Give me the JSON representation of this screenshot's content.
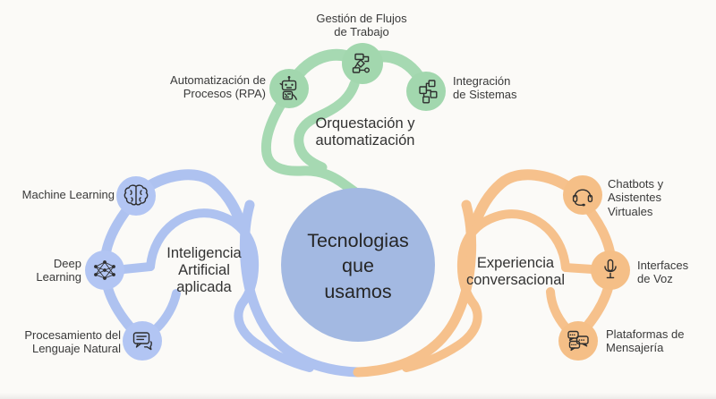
{
  "title": {
    "lines": [
      "Tecnologias",
      "que",
      "usamos"
    ]
  },
  "colors": {
    "green": "#a6d9b2",
    "blue": "#aec2f0",
    "orange": "#f6c18c",
    "center_circle": "#a3b9e2",
    "text": "#3a3a3a"
  },
  "branches": {
    "automation": {
      "label_lines": [
        "Orquestación y",
        "automatización"
      ],
      "nodes": [
        {
          "id": "workflow",
          "icon": "workflow-icon",
          "label_lines": [
            "Gestión de Flujos",
            "de Trabajo"
          ]
        },
        {
          "id": "rpa",
          "icon": "robot-icon",
          "label_lines": [
            "Automatización de",
            "Procesos (RPA)"
          ]
        },
        {
          "id": "systems",
          "icon": "integration-icon",
          "label_lines": [
            "Integración",
            "de Sistemas"
          ]
        }
      ]
    },
    "ai": {
      "label_lines": [
        "Inteligencia",
        "Artificial",
        "aplicada"
      ],
      "nodes": [
        {
          "id": "machine-learning",
          "icon": "brain-icon",
          "label_lines": [
            "Machine Learning"
          ]
        },
        {
          "id": "deep-learning",
          "icon": "neural-network-icon",
          "label_lines": [
            "Deep",
            "Learning"
          ]
        },
        {
          "id": "nlp",
          "icon": "chat-bubble-icon",
          "label_lines": [
            "Procesamiento del",
            "Lenguaje Natural"
          ]
        }
      ]
    },
    "conversational": {
      "label_lines": [
        "Experiencia",
        "conversacional"
      ],
      "nodes": [
        {
          "id": "chatbots",
          "icon": "headset-icon",
          "label_lines": [
            "Chatbots y",
            "Asistentes",
            "Virtuales"
          ]
        },
        {
          "id": "voice",
          "icon": "microphone-icon",
          "label_lines": [
            "Interfaces",
            "de Voz"
          ]
        },
        {
          "id": "messaging",
          "icon": "messaging-icon",
          "label_lines": [
            "Plataformas de",
            "Mensajería"
          ]
        }
      ]
    }
  }
}
